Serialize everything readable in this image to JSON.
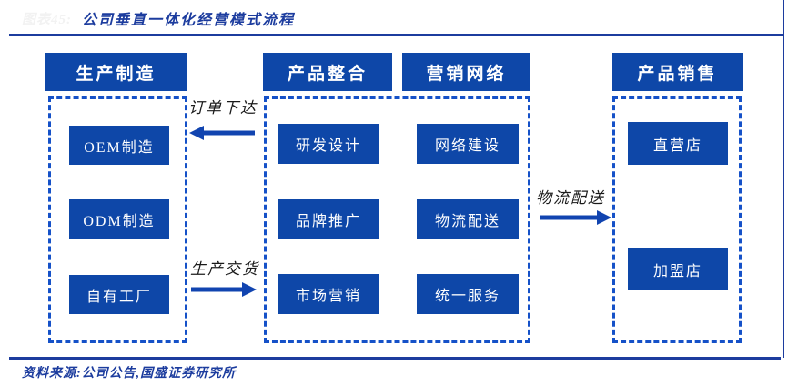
{
  "header": {
    "figure_label": "图表45:",
    "title": "公司垂直一体化经营模式流程"
  },
  "colors": {
    "box_blue": "#0e47a8",
    "dash_border_blue": "#1551c8",
    "arrow_blue": "#1144b0",
    "navy_text": "#1c3c9e",
    "flow_label_black": "#1a1a1a"
  },
  "columns": [
    {
      "header": "生产制造",
      "items": [
        "OEM制造",
        "ODM制造",
        "自有工厂"
      ]
    },
    {
      "header": "产品整合",
      "items": [
        "研发设计",
        "品牌推广",
        "市场营销"
      ]
    },
    {
      "header": "营销网络",
      "items": [
        "网络建设",
        "物流配送",
        "统一服务"
      ]
    },
    {
      "header": "产品销售",
      "items": [
        "直营店",
        "加盟店"
      ]
    }
  ],
  "arrows": [
    {
      "label": "订单下达",
      "direction": "left"
    },
    {
      "label": "生产交货",
      "direction": "right"
    },
    {
      "label": "物流配送",
      "direction": "right"
    }
  ],
  "footer": {
    "source": "资料来源:公司公告,国盛证券研究所"
  }
}
